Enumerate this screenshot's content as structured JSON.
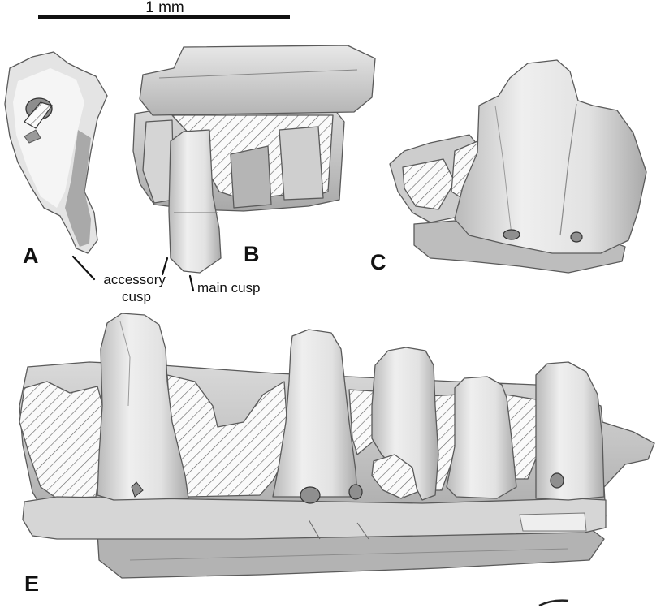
{
  "scale_bar": {
    "label": "1 mm"
  },
  "panels": {
    "a": {
      "letter": "A"
    },
    "b": {
      "letter": "B"
    },
    "c": {
      "letter": "C"
    },
    "e": {
      "letter": "E"
    }
  },
  "annotations": {
    "accessory_cusp": [
      "accessory",
      "cusp"
    ],
    "main_cusp": "main cusp"
  }
}
